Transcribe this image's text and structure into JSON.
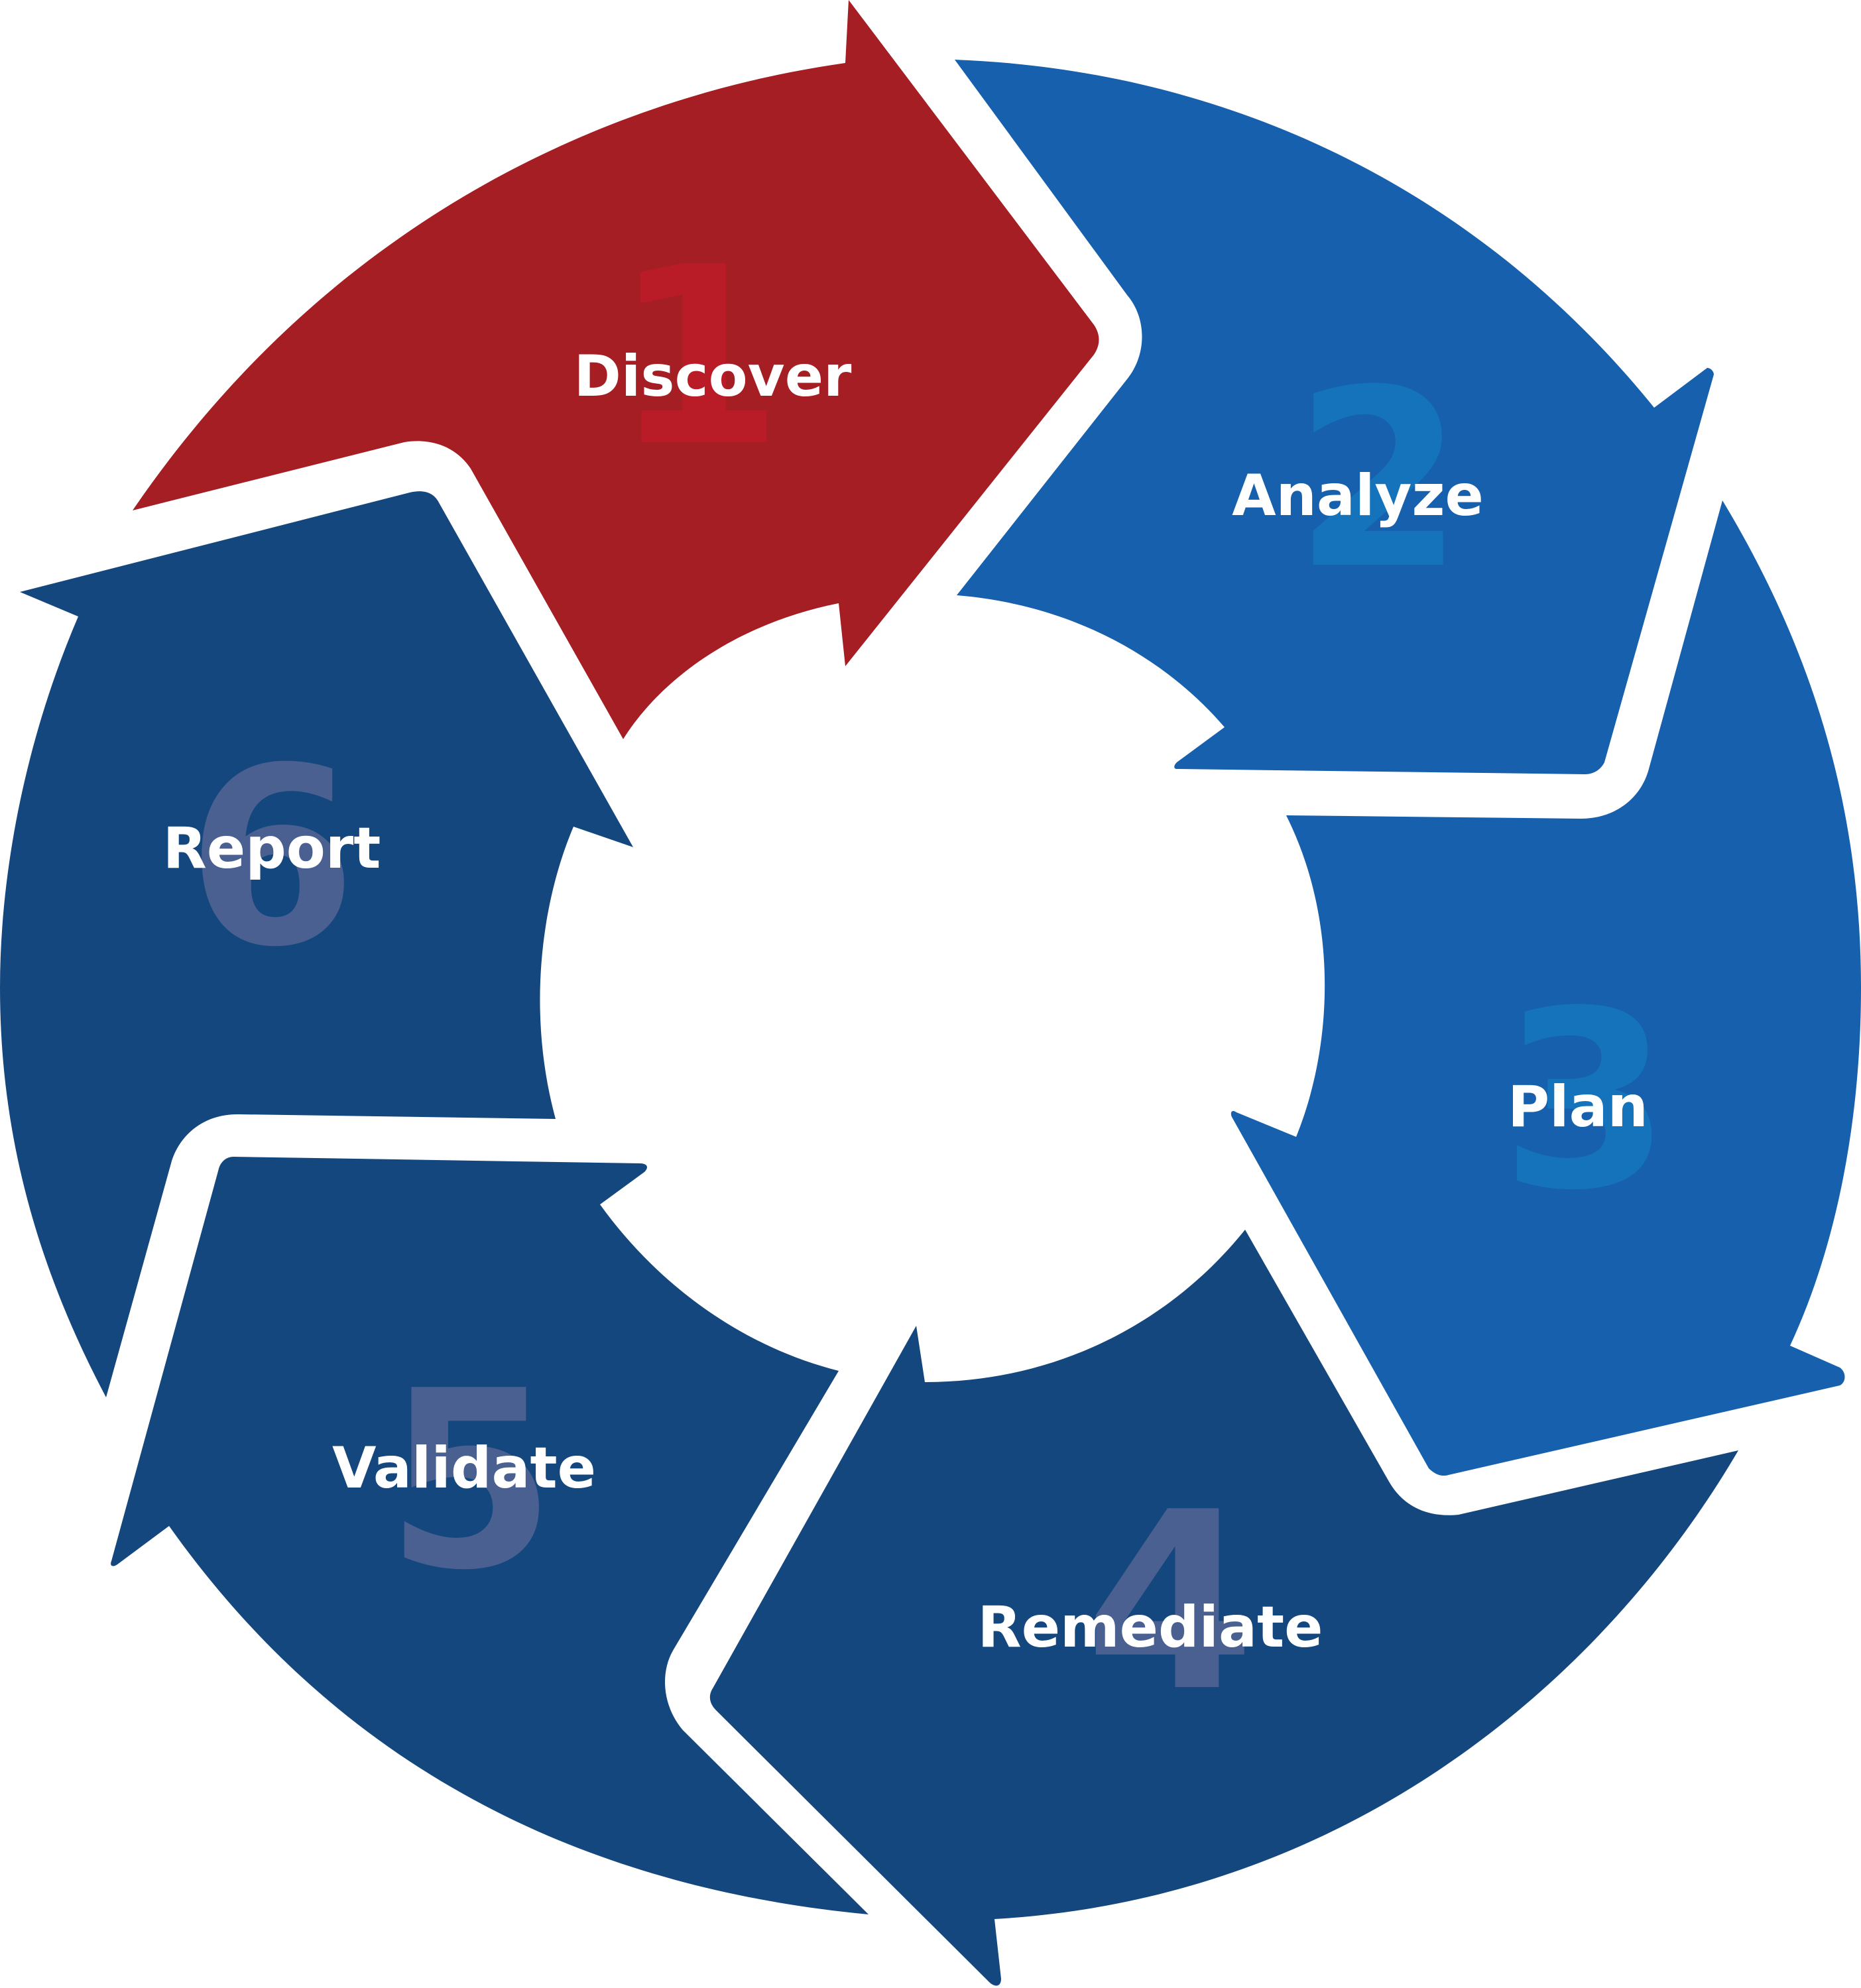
{
  "colors": {
    "background": "#ffffff",
    "discover_fill": "#a51e24",
    "discover_number": "#b91c26",
    "light_blue_fill": "#1660ad",
    "light_blue_number": "#1473bb",
    "dark_blue_fill": "#15477f",
    "dark_blue_number": "#4a6090",
    "label": "#ffffff"
  },
  "steps": [
    {
      "number": "1",
      "label": "Discover",
      "icon": "arrow-segment"
    },
    {
      "number": "2",
      "label": "Analyze",
      "icon": "arrow-segment"
    },
    {
      "number": "3",
      "label": "Plan",
      "icon": "arrow-segment"
    },
    {
      "number": "4",
      "label": "Remediate",
      "icon": "arrow-segment"
    },
    {
      "number": "5",
      "label": "Validate",
      "icon": "arrow-segment"
    },
    {
      "number": "6",
      "label": "Report",
      "icon": "arrow-segment"
    }
  ]
}
